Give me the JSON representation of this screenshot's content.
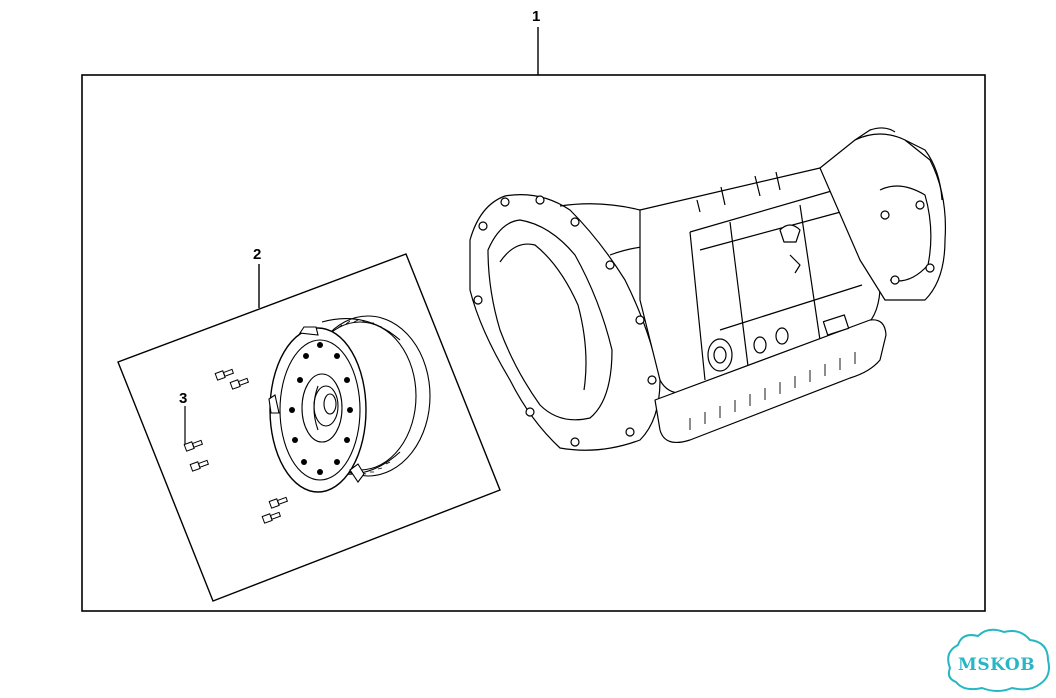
{
  "callouts": {
    "assembly": "1",
    "converter_kit": "2",
    "bolt": "3"
  },
  "watermark": {
    "text": "MSKOB",
    "color": "#27b7c4"
  },
  "colors": {
    "line": "#000000",
    "background": "#ffffff"
  }
}
